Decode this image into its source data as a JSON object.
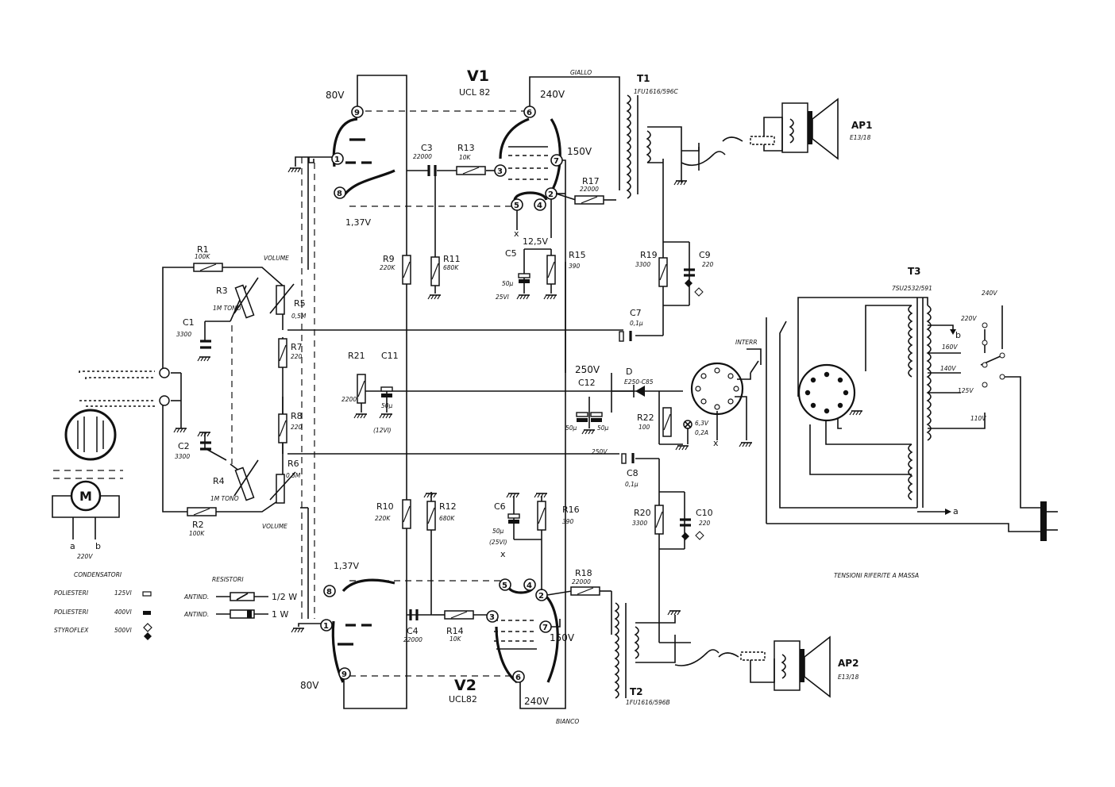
{
  "valves": {
    "v1": {
      "name": "V1",
      "type": "UCL 82"
    },
    "v2": {
      "name": "V2",
      "type": "UCL82"
    }
  },
  "voltages": {
    "v1_80": "80V",
    "v1_240": "240V",
    "v1_150": "150V",
    "v1_137": "1,37V",
    "v1_125": "12,5V",
    "v2_80": "80V",
    "v2_240": "240V",
    "v2_150": "150V",
    "v2_137": "1,37V",
    "v250": "250V",
    "v250b": "250V"
  },
  "pins": [
    "9",
    "1",
    "8",
    "6",
    "3",
    "7",
    "2",
    "5",
    "4"
  ],
  "wires": {
    "giallo": "GIALLO",
    "bianco": "BIANCO"
  },
  "transformers": {
    "t1": {
      "name": "T1",
      "code": "1FU1616/596C"
    },
    "t2": {
      "name": "T2",
      "code": "1FU1616/596B"
    },
    "t3": {
      "name": "T3",
      "code": "7SU2532/591",
      "taps": [
        "240V",
        "220V",
        "160V",
        "140V",
        "125V",
        "110V"
      ],
      "tap_b": "b"
    }
  },
  "speakers": {
    "ap1": {
      "name": "AP1",
      "code": "E13/18"
    },
    "ap2": {
      "name": "AP2",
      "code": "E13/18"
    }
  },
  "resistors": [
    {
      "ref": "R1",
      "value": "100K"
    },
    {
      "ref": "R2",
      "value": "100K"
    },
    {
      "ref": "R3",
      "value": "1M TONO"
    },
    {
      "ref": "R4",
      "value": "1M TONO"
    },
    {
      "ref": "R5",
      "value": "0,5M"
    },
    {
      "ref": "R6",
      "value": "0,5M"
    },
    {
      "ref": "R7",
      "value": "220"
    },
    {
      "ref": "R8",
      "value": "220"
    },
    {
      "ref": "R9",
      "value": "220K"
    },
    {
      "ref": "R10",
      "value": "220K"
    },
    {
      "ref": "R11",
      "value": "680K"
    },
    {
      "ref": "R12",
      "value": "680K"
    },
    {
      "ref": "R13",
      "value": "10K"
    },
    {
      "ref": "R14",
      "value": "10K"
    },
    {
      "ref": "R15",
      "value": "390"
    },
    {
      "ref": "R16",
      "value": "390"
    },
    {
      "ref": "R17",
      "value": "22000"
    },
    {
      "ref": "R18",
      "value": "22000"
    },
    {
      "ref": "R19",
      "value": "3300"
    },
    {
      "ref": "R20",
      "value": "3300"
    },
    {
      "ref": "R21",
      "value": "2200"
    },
    {
      "ref": "R22",
      "value": "100"
    }
  ],
  "capacitors": [
    {
      "ref": "C1",
      "value": "3300"
    },
    {
      "ref": "C2",
      "value": "3300"
    },
    {
      "ref": "C3",
      "value": "22000"
    },
    {
      "ref": "C4",
      "value": "22000"
    },
    {
      "ref": "C5",
      "value": "50µ",
      "rating": "25Vl"
    },
    {
      "ref": "C6",
      "value": "50µ",
      "rating": "(25Vl)"
    },
    {
      "ref": "C7",
      "value": "0,1µ"
    },
    {
      "ref": "C8",
      "value": "0,1µ"
    },
    {
      "ref": "C9",
      "value": "220"
    },
    {
      "ref": "C10",
      "value": "220"
    },
    {
      "ref": "C11",
      "value": "50µ",
      "rating": "(12Vl)"
    },
    {
      "ref": "C12",
      "value": "50µ",
      "value2": "50µ"
    }
  ],
  "controls": {
    "volume": "VOLUME"
  },
  "diode": {
    "ref": "D",
    "code": "E250-C85"
  },
  "lamp": {
    "volts": "6,3V",
    "amps": "0,2A"
  },
  "switch": {
    "label": "INTERR"
  },
  "motor": {
    "symbol": "M",
    "a": "a",
    "b": "b",
    "mains": "220V"
  },
  "mains_point": "a",
  "ground_x": "x",
  "legend": {
    "cond_title": "CONDENSATORI",
    "cond_rows": [
      {
        "label": "POLIESTERI",
        "rating": "125Vl"
      },
      {
        "label": "POLIESTERI",
        "rating": "400Vl"
      },
      {
        "label": "STYROFLEX",
        "rating": "500Vl"
      }
    ],
    "res_title": "RESISTORI",
    "res_rows": [
      {
        "label": "ANTIND.",
        "watt": "1/2 W"
      },
      {
        "label": "ANTIND.",
        "watt": "1 W"
      }
    ]
  },
  "note": "TENSIONI RIFERITE A MASSA"
}
